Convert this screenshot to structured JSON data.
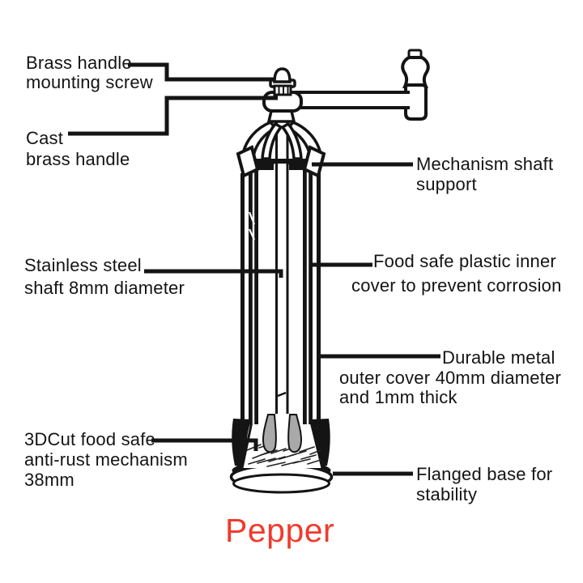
{
  "figure": {
    "alt": "Labeled cutaway diagram of a brass pepper mill grinder",
    "type": "labeled-cutaway-diagram"
  },
  "title": {
    "text": "Pepper"
  },
  "colors": {
    "ink": "#141414",
    "background": "#ffffff",
    "burr_gray": "#a9a9a9",
    "title_red": "#ef3b2d"
  },
  "labels": [
    {
      "id": "brass-handle-mounting-screw",
      "lines": [
        "Brass handle",
        "mounting screw"
      ]
    },
    {
      "id": "cast-brass-handle",
      "lines": [
        "Cast",
        "brass handle"
      ]
    },
    {
      "id": "mechanism-shaft-support",
      "lines": [
        "Mechanism shaft",
        "support"
      ]
    },
    {
      "id": "stainless-steel-shaft",
      "lines": [
        "Stainless steel",
        "shaft 8mm diameter"
      ]
    },
    {
      "id": "food-safe-inner-cover",
      "lines": [
        "Food safe plastic inner",
        "cover to prevent corrosion"
      ]
    },
    {
      "id": "durable-metal-outer-cover",
      "lines": [
        "Durable metal",
        "outer cover 40mm diameter",
        "and 1mm thick"
      ]
    },
    {
      "id": "threedcut-mechanism",
      "lines": [
        "3DCut food safe",
        "anti-rust mechanism",
        "38mm"
      ]
    },
    {
      "id": "flanged-base",
      "lines": [
        "Flanged base for",
        "stability"
      ]
    }
  ]
}
